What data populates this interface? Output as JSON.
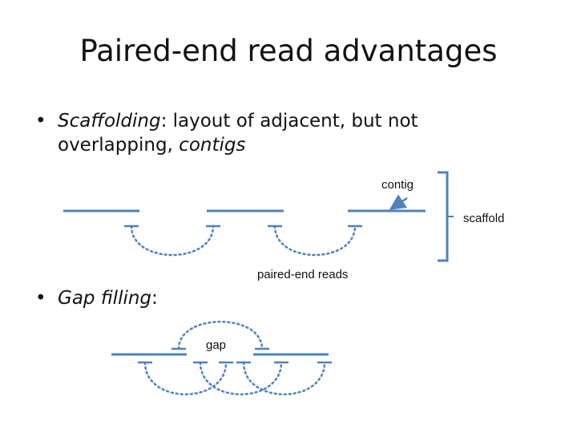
{
  "title": "Paired-end read advantages",
  "bullets": {
    "scaffolding": {
      "term": "Scaffolding",
      "sep": ":",
      "text_1": " layout of adjacent, but not",
      "text_2_a": "overlapping, ",
      "text_2_term": "contigs"
    },
    "gap_filling": {
      "term": "Gap filling",
      "sep": ":"
    }
  },
  "labels": {
    "contig": "contig",
    "scaffold": "scaffold",
    "paired_end_reads": "paired-end reads",
    "gap": "gap"
  },
  "colors": {
    "diagram": "#4f81bd",
    "text": "#111111"
  }
}
